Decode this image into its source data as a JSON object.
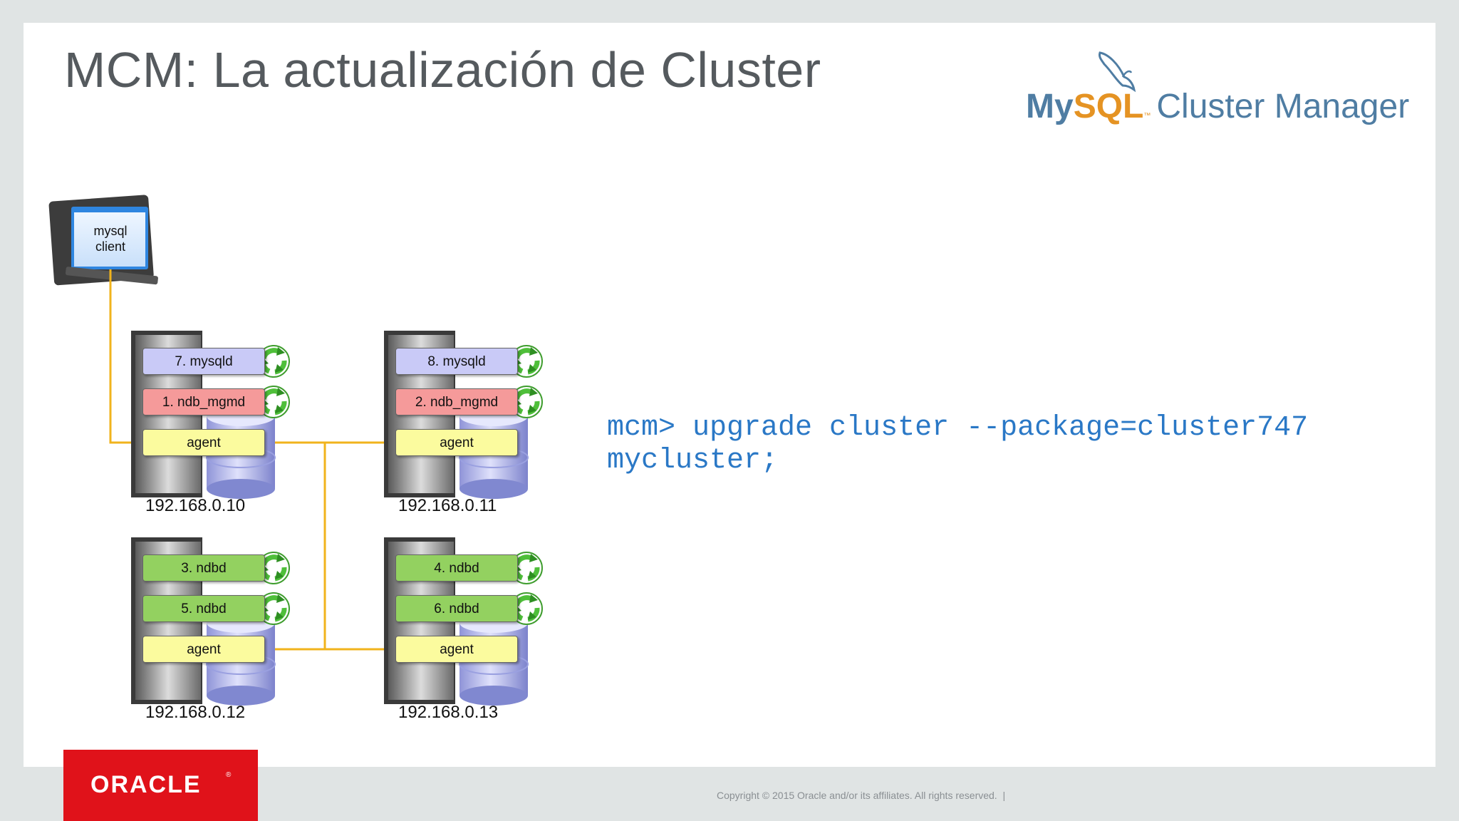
{
  "slide": {
    "title": "MCM: La actualización de Cluster"
  },
  "logo": {
    "my": "My",
    "sql": "SQL",
    "tm": "™",
    "cluster_manager": "Cluster Manager"
  },
  "client": {
    "label_line1": "mysql",
    "label_line2": "client"
  },
  "hosts": [
    {
      "ip": "192.168.0.10",
      "processes": [
        "7. mysqld",
        "1. ndb_mgmd",
        "agent"
      ]
    },
    {
      "ip": "192.168.0.11",
      "processes": [
        "8. mysqld",
        "2. ndb_mgmd",
        "agent"
      ]
    },
    {
      "ip": "192.168.0.12",
      "processes": [
        "3. ndbd",
        "5. ndbd",
        "agent"
      ]
    },
    {
      "ip": "192.168.0.13",
      "processes": [
        "4. ndbd",
        "6. ndbd",
        "agent"
      ]
    }
  ],
  "command": {
    "line1": "mcm> upgrade cluster --package=cluster747",
    "line2": "mycluster;"
  },
  "footer": {
    "brand": "ORACLE",
    "brand_mark": "®",
    "copyright": "Copyright © 2015 Oracle and/or its affiliates. All rights reserved.  |"
  },
  "colors": {
    "mysqld": "#c9caf7",
    "ndb_mgmd": "#f59a9a",
    "ndbd": "#93d160",
    "agent": "#fbfb9e",
    "connector": "#f1b31c",
    "command_text": "#2a78c6",
    "oracle_red": "#e0121a"
  }
}
